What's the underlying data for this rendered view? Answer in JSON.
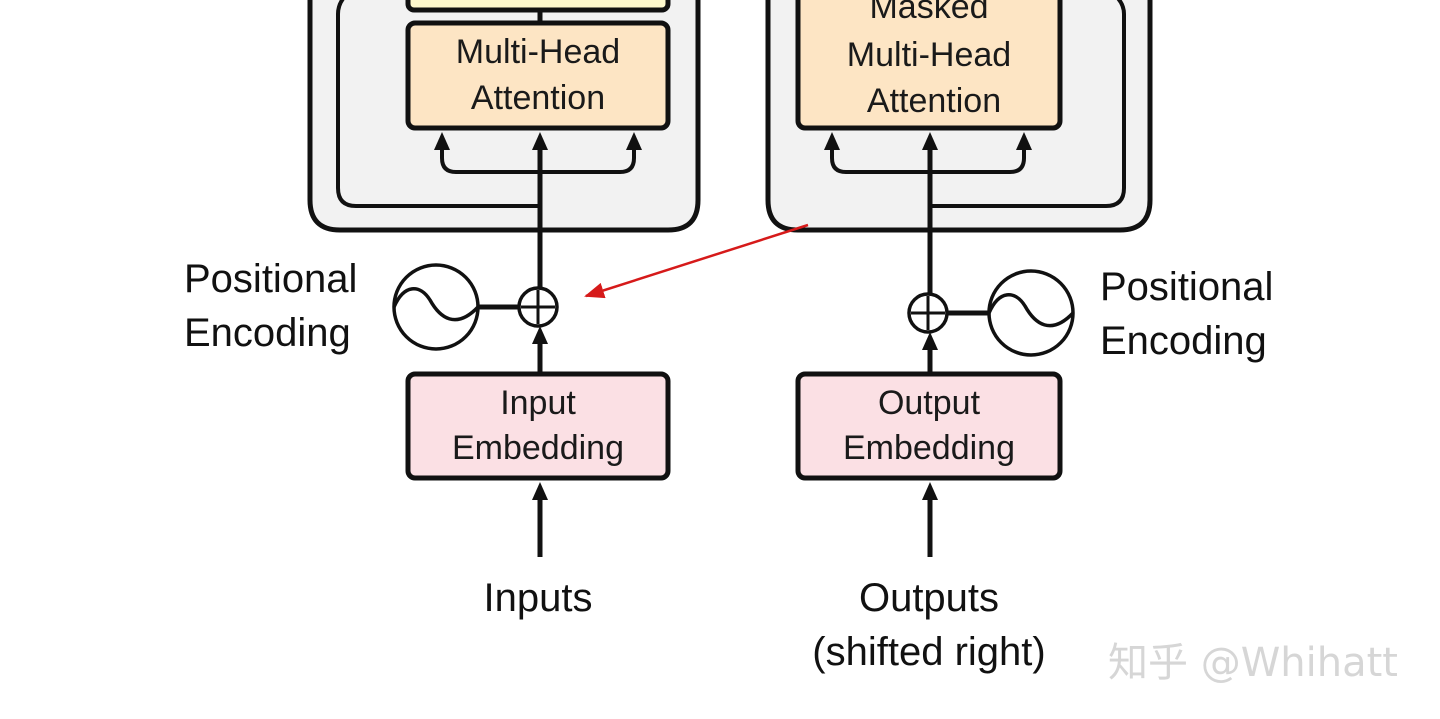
{
  "encoder": {
    "attention_label_line1": "Multi-Head",
    "attention_label_line2": "Attention",
    "embedding_label_line1": "Input",
    "embedding_label_line2": "Embedding",
    "positional_label_line1": "Positional",
    "positional_label_line2": "Encoding",
    "bottom_label": "Inputs"
  },
  "decoder": {
    "attention_label_line1": "Masked",
    "attention_label_line2": "Multi-Head",
    "attention_label_line3": "Attention",
    "embedding_label_line1": "Output",
    "embedding_label_line2": "Embedding",
    "positional_label_line1": "Positional",
    "positional_label_line2": "Encoding",
    "bottom_label_line1": "Outputs",
    "bottom_label_line2": "(shifted right)"
  },
  "watermark": "知乎 @Whihatt",
  "colors": {
    "attention_fill": "#fde5c4",
    "embedding_fill": "#fbe0e4",
    "block_fill": "#f2f2f2",
    "top_partial_fill": "#fdf8cc",
    "annotation_arrow": "#d61a1a",
    "stroke": "#111111"
  }
}
